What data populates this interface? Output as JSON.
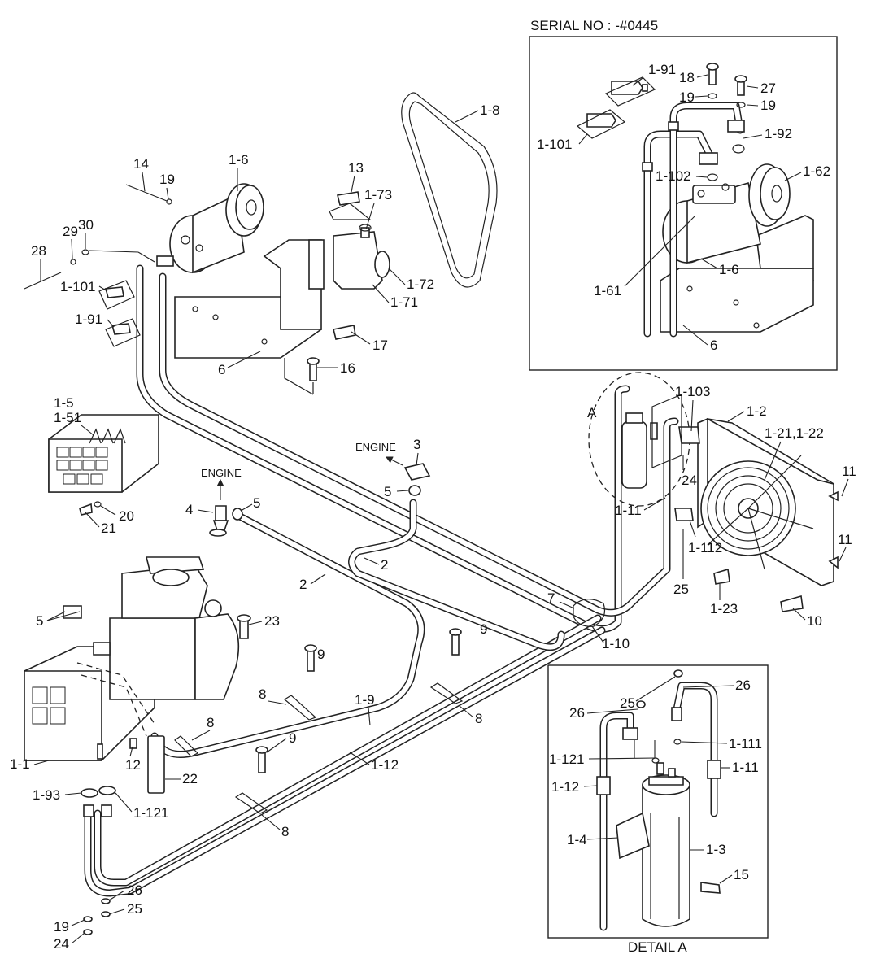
{
  "inset_serial": {
    "title": "SERIAL NO : -#0445"
  },
  "detail": {
    "caption": "DETAIL A",
    "marker": "A"
  },
  "arrows": {
    "engine_left": "ENGINE",
    "engine_right": "ENGINE"
  },
  "labels": {
    "main": {
      "n1_6": "1-6",
      "n1_8": "1-8",
      "n14": "14",
      "n19a": "19",
      "n13": "13",
      "n1_73": "1-73",
      "n28": "28",
      "n29": "29",
      "n30": "30",
      "n1_101": "1-101",
      "n1_91": "1-91",
      "n1_72": "1-72",
      "n1_71": "1-71",
      "n17": "17",
      "n6": "6",
      "n16": "16",
      "n1_5": "1-5",
      "n1_51": "1-51",
      "n20": "20",
      "n21": "21",
      "n4": "4",
      "n5a": "5",
      "n3": "3",
      "n5b": "5",
      "n2a": "2",
      "n2b": "2",
      "n1_103": "1-103",
      "n1_2": "1-2",
      "n1_21": "1-21,1-22",
      "n11a": "11",
      "n24a": "24",
      "n1_11": "1-11",
      "n1_112": "1-112",
      "n11b": "11",
      "n25a": "25",
      "n1_23": "1-23",
      "n10": "10",
      "n7": "7",
      "n1_10": "1-10",
      "n5c": "5",
      "n23": "23",
      "n9a": "9",
      "n9b": "9",
      "n9c": "9",
      "n8a": "8",
      "n8b": "8",
      "n8c": "8",
      "n8d": "8",
      "n1_9": "1-9",
      "n1_12": "1-12",
      "n1_1": "1-1",
      "n12": "12",
      "n22": "22",
      "n1_93": "1-93",
      "n1_121": "1-121",
      "n26": "26",
      "n25b": "25",
      "n19b": "19",
      "n24b": "24"
    },
    "inset": {
      "n1_91": "1-91",
      "n18": "18",
      "n27": "27",
      "n19a": "19",
      "n19b": "19",
      "n1_101": "1-101",
      "n1_92": "1-92",
      "n1_102": "1-102",
      "n1_62": "1-62",
      "n1_6": "1-6",
      "n1_61": "1-61",
      "n6": "6"
    },
    "detail": {
      "n25": "25",
      "n26a": "26",
      "n26b": "26",
      "n1_111": "1-111",
      "n1_121": "1-121",
      "n1_12": "1-12",
      "n1_11": "1-11",
      "n1_4": "1-4",
      "n1_3": "1-3",
      "n15": "15"
    }
  }
}
